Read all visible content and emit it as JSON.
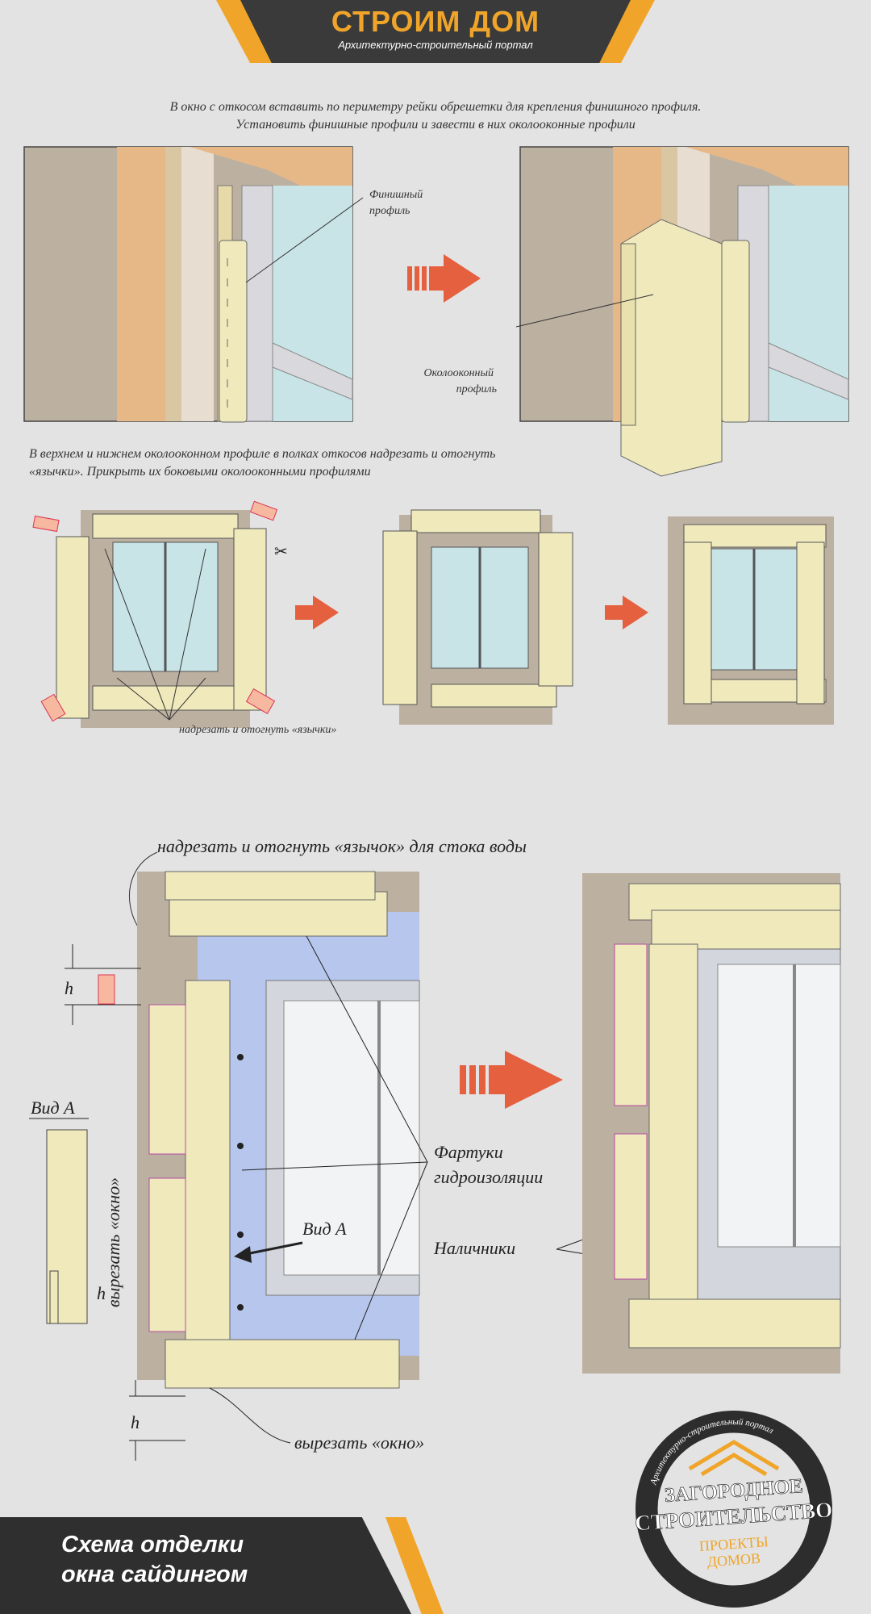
{
  "header": {
    "title": "СТРОИМ ДОМ",
    "subtitle": "Архитектурно-строительный портал"
  },
  "step1": {
    "caption_line1": "В окно с откосом вставить по периметру рейки обрешетки для крепления финишного профиля.",
    "caption_line2": "Установить финишные профили и завести в них околооконные профили",
    "label_finish_line1": "Финишный",
    "label_finish_line2": "профиль",
    "label_window_line1": "Околооконный",
    "label_window_line2": "профиль"
  },
  "step2": {
    "caption_line1": "В верхнем и нижнем околооконном профиле в полках откосов надрезать и отогнуть",
    "caption_line2": "«язычки». Прикрыть их боковыми околооконными профилями",
    "label_tabs": "надрезать и отогнуть «язычки»"
  },
  "step3": {
    "label_top": "надрезать и отогнуть «язычок» для стока воды",
    "label_h": "h",
    "label_view_a": "Вид А",
    "label_cut_window_vertical": "вырезать «окно»",
    "label_aprons_line1": "Фартуки",
    "label_aprons_line2": "гидроизоляции",
    "label_casings": "Наличники",
    "label_cut_window_bottom": "вырезать «окно»"
  },
  "footer": {
    "title_line1": "Схема отделки",
    "title_line2": "окна сайдингом"
  },
  "logo": {
    "ring_text": "Архитектурно-строительный портал",
    "line1": "ЗАГОРОДНОЕ",
    "line2": "СТРОИТЕЛЬСТВО",
    "line3": "ПРОЕКТЫ",
    "line4": "ДОМОВ"
  },
  "colors": {
    "accent_orange": "#f0a52a",
    "arrow_red": "#e4603f",
    "siding_cream": "#efe9bc",
    "wall_gray": "#bcb0a1",
    "glass_blue": "#c9e4e6",
    "membrane_blue": "#b7c6ec",
    "dark_band": "#3a3a3a"
  }
}
